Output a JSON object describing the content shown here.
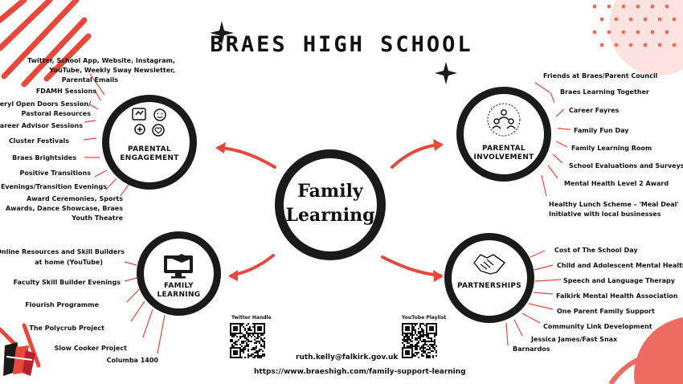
{
  "title": "BRAES HIGH SCHOOL",
  "center": {
    "line1": "Family",
    "line2": "Learning"
  },
  "colors": {
    "accent": "#e8483b",
    "ring": "#1a1a1a",
    "dots": "#ee6b61",
    "pale": "#fde3e0"
  },
  "parental_engagement": {
    "label1": "PARENTAL",
    "label2": "ENGAGEMENT",
    "items": [
      "Twitter, School App, Website, Instagram,",
      "YouTube, Weekly Sway Newsletter,",
      "Parental Emails",
      "FDAMH Sessions",
      "Cheryl Open Doors Session/",
      "Pastoral Resources",
      "Career Advisor Sessions",
      "Cluster Festivals",
      "Braes Brightsides",
      "Positive Transitions",
      "Parents' Evenings/Transition Evenings",
      "Award Ceremonies, Sports",
      "Awards, Dance Showcase, Braes",
      "Youth Theatre"
    ]
  },
  "parental_involvement": {
    "label1": "PARENTAL",
    "label2": "INVOLVEMENT",
    "items": [
      "Friends at Braes/Parent Council",
      "Braes Learning Together",
      "Career Fayres",
      "Family Fun Day",
      "Family Learning Room",
      "School Evaluations and Surveys",
      "Mental Health Level 2 Award",
      "Healthy Lunch Scheme – 'Meal Deal'",
      "Initiative with local businesses"
    ]
  },
  "family_learning": {
    "label1": "FAMILY",
    "label2": "LEARNING",
    "items": [
      "Online Resources and Skill Builders",
      "at home (YouTube)",
      "Faculty Skill Builder Evenings",
      "Flourish Programme",
      "The Polycrub Project",
      "Slow Cooker Project",
      "Columba 1400"
    ]
  },
  "partnerships": {
    "label": "PARTNERSHIPS",
    "items": [
      "Cost of The School Day",
      "Child and Adolescent Mental Health Services",
      "Speech and Language Therapy",
      "Falkirk Mental Health Association",
      "One Parent Family Support",
      "Community Link Development",
      "Jessica James/Fast Snax",
      "Barnardos"
    ]
  },
  "footer": {
    "twitter_label": "Twitter Handle",
    "youtube_label": "YouTube Playlist",
    "email": "ruth.kelly@falkirk.gov.uk",
    "url": "https://www.braeshigh.com/family-support-learning"
  }
}
